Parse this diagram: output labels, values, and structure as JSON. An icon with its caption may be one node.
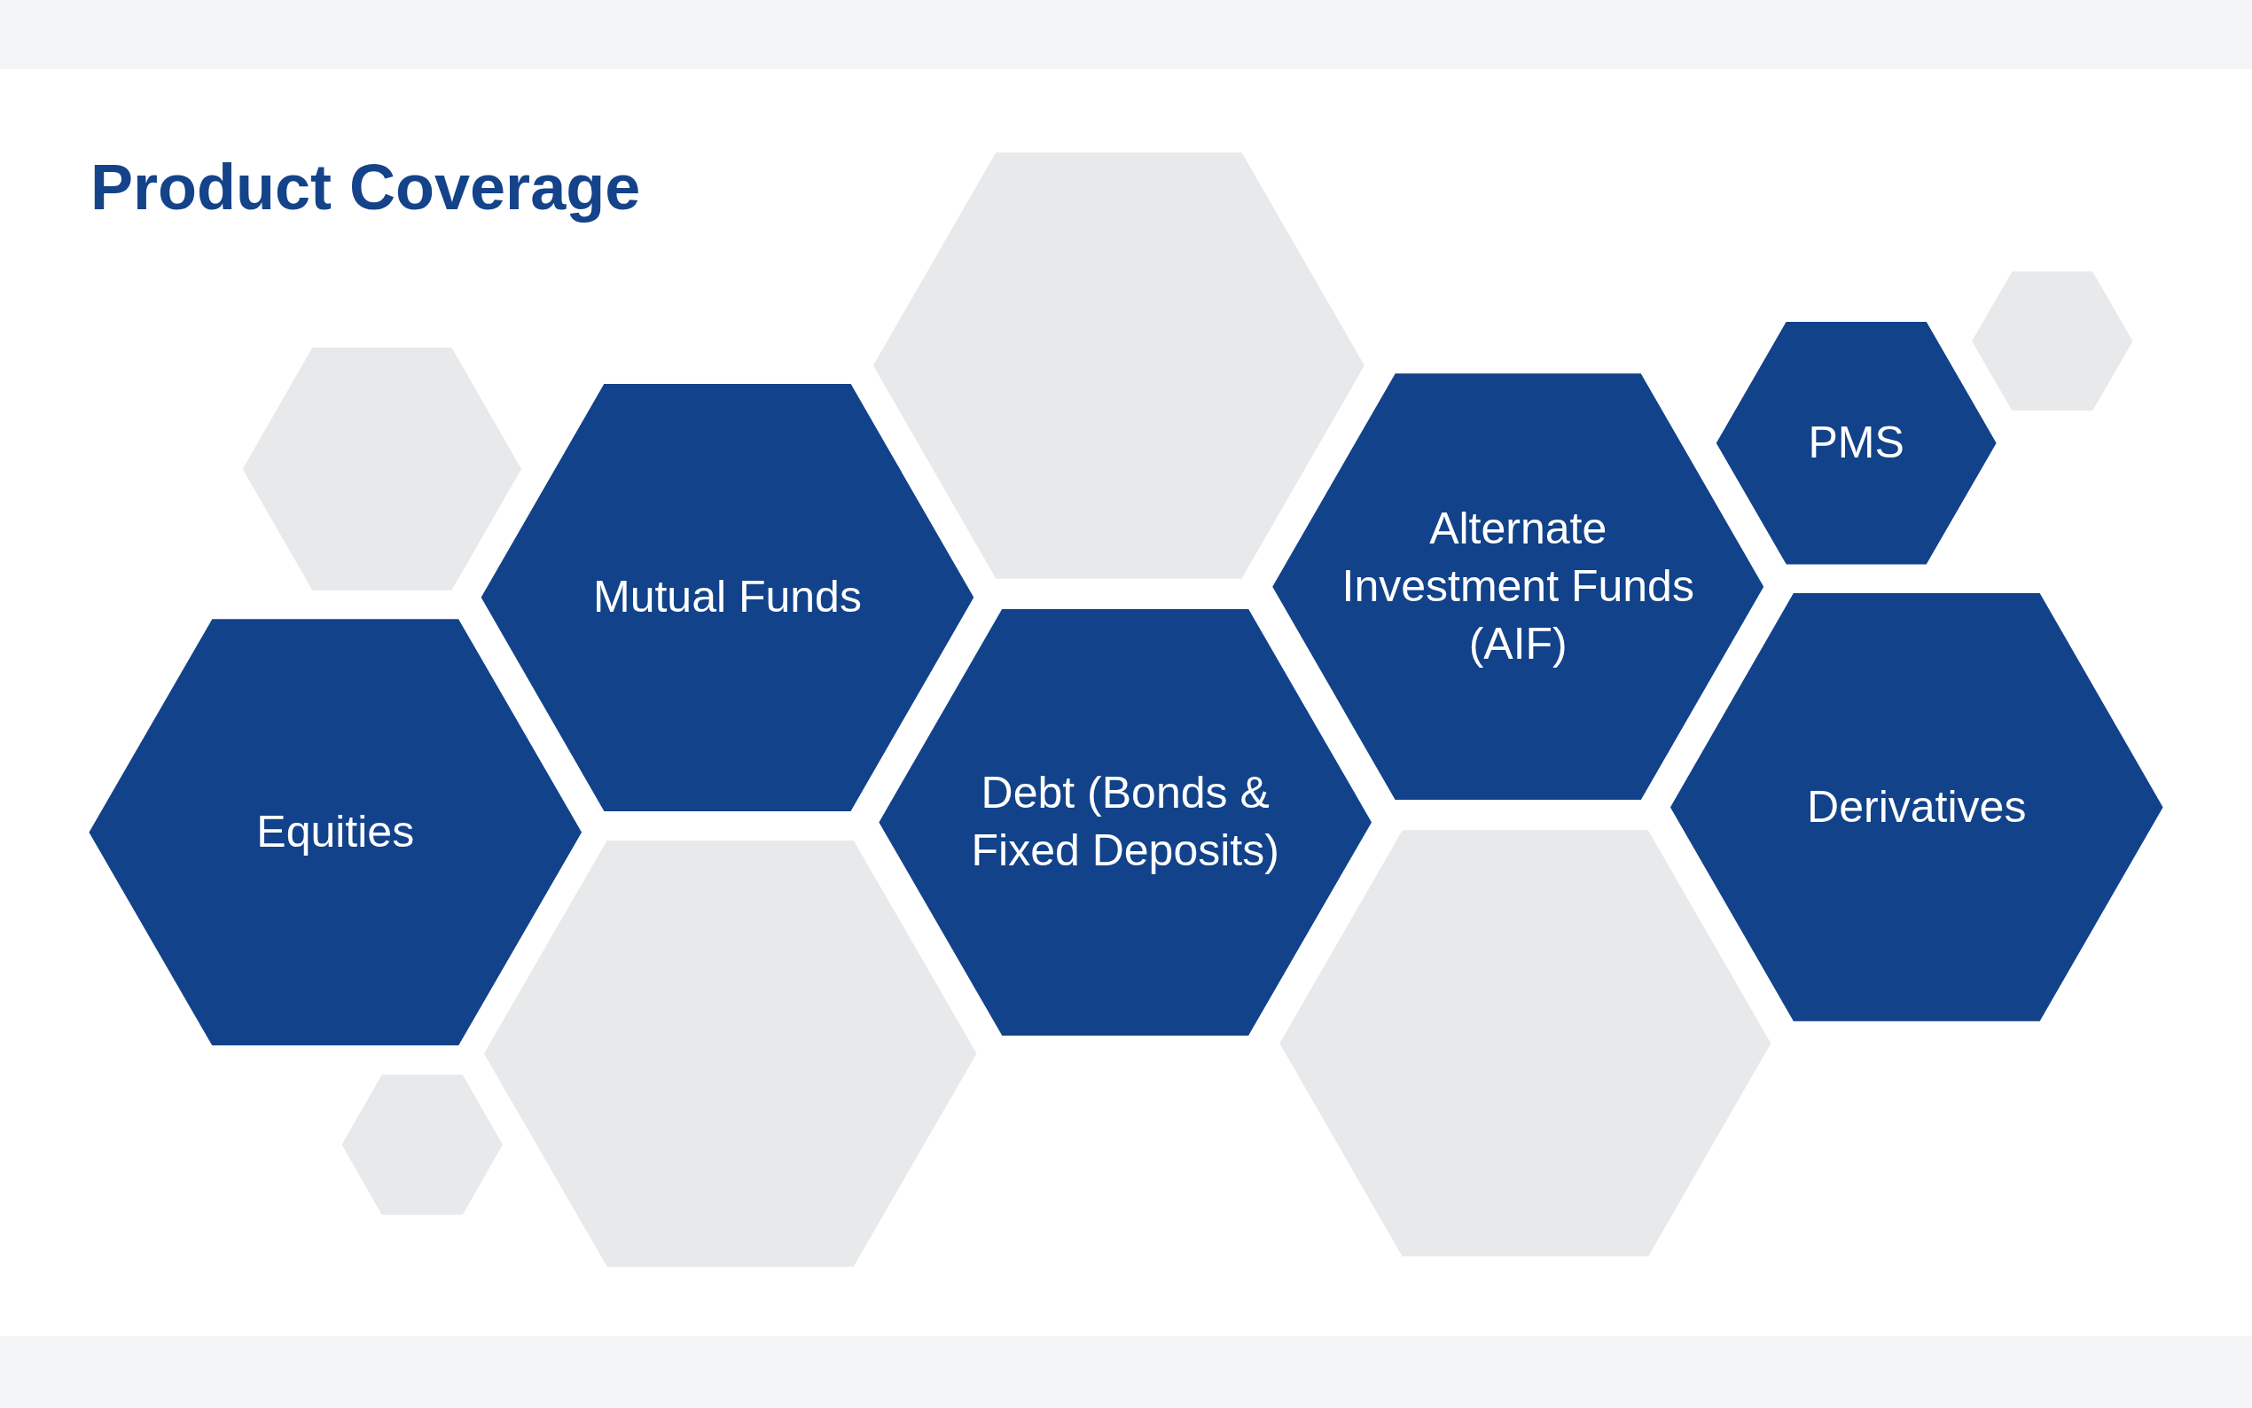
{
  "diagram": {
    "title": "Product Coverage",
    "nodes": [
      {
        "text": [
          "Equities"
        ]
      },
      {
        "text": [
          "Mutual Funds"
        ]
      },
      {
        "text": [
          "Debt (Bonds & Fixed Deposits)"
        ]
      },
      {
        "text": [
          "Alternate Investment Funds (AIF)"
        ]
      },
      {
        "text": [
          "PMS"
        ]
      },
      {
        "text": [
          "Derivatives"
        ]
      },
      {
        "text": [],
        "shape": "hexagon"
      },
      {
        "text": [],
        "shape": "hexagon"
      },
      {
        "text": [],
        "shape": "hexagon"
      },
      {
        "text": [],
        "shape": "hexagon"
      },
      {
        "text": [],
        "shape": "hexagon"
      },
      {
        "text": [],
        "shape": "hexagon"
      }
    ]
  }
}
